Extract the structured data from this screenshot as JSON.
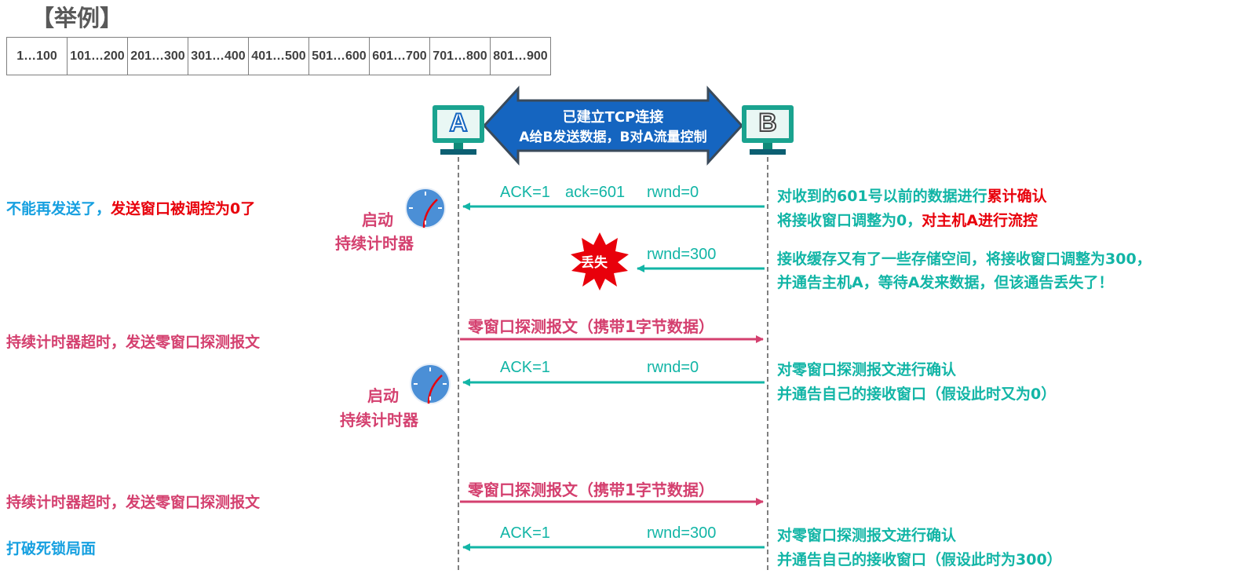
{
  "title": "【举例】",
  "sequence_table": [
    "1…100",
    "101…200",
    "201…300",
    "301…400",
    "401…500",
    "501…600",
    "601…700",
    "701…800",
    "801…900"
  ],
  "hosts": {
    "a": "A",
    "b": "B"
  },
  "connection": {
    "line1": "已建立TCP连接",
    "line2": "A给B发送数据，B对A流量控制"
  },
  "messages": [
    {
      "label_left": "ACK=1",
      "label_mid": "ack=601",
      "label_right": "rwnd=0"
    },
    {
      "label_right": "rwnd=300",
      "lost_label": "丢失"
    },
    {
      "label": "零窗口探测报文（携带1字节数据）"
    },
    {
      "label_left": "ACK=1",
      "label_right": "rwnd=0"
    },
    {
      "label": "零窗口探测报文（携带1字节数据）"
    },
    {
      "label_left": "ACK=1",
      "label_right": "rwnd=300"
    }
  ],
  "left_notes": {
    "n1_part1": "不能再发送了，",
    "n1_part2": "发送窗口被调控为0了",
    "timer1_line1": "启动",
    "timer1_line2": "持续计时器",
    "n2": "持续计时器超时，发送零窗口探测报文",
    "timer2_line1": "启动",
    "timer2_line2": "持续计时器",
    "n3": "持续计时器超时，发送零窗口探测报文",
    "n4": "打破死锁局面"
  },
  "right_notes": {
    "r1_l1_part1": "对收到的601号以前的数据进行",
    "r1_l1_part2": "累计确认",
    "r1_l2_part1": "将接收窗口调整为0，",
    "r1_l2_part2": "对主机A进行流控",
    "r2_l1": "接收缓存又有了一些存储空间，将接收窗口调整为300，",
    "r2_l2": "并通告主机A，等待A发来数据，但该通告丢失了！",
    "r3_l1": "对零窗口探测报文进行确认",
    "r3_l2": "并通告自己的接收窗口（假设此时又为0）",
    "r4_l1": "对零窗口探测报文进行确认",
    "r4_l2": "并通告自己的接收窗口（假设此时为300）"
  },
  "colors": {
    "cyan": "#12b5a6",
    "blue": "#16a0e0",
    "red": "#e8000b",
    "pink": "#d4406f",
    "arrow_blue": "#1565c0",
    "monitor": "#1aa38f"
  }
}
